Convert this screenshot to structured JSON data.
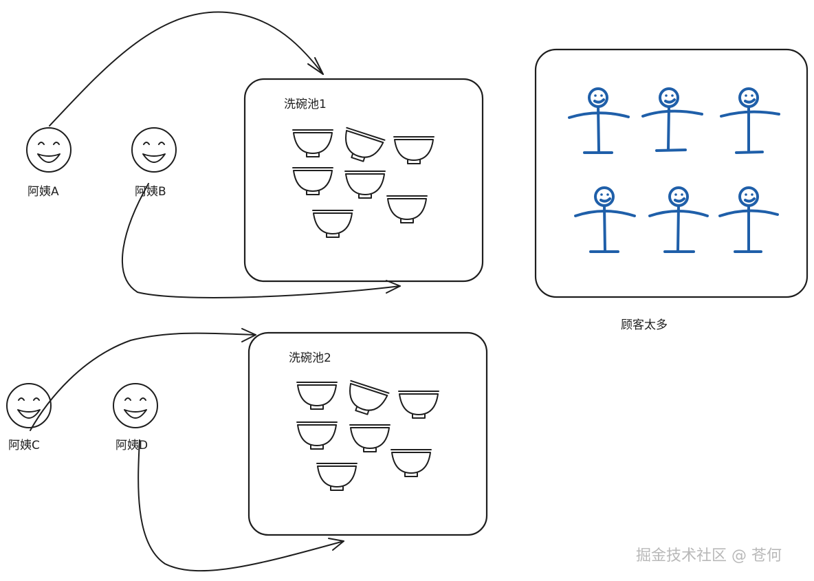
{
  "aunties": [
    {
      "label": "阿姨A"
    },
    {
      "label": "阿姨B"
    },
    {
      "label": "阿姨C"
    },
    {
      "label": "阿姨D"
    }
  ],
  "pools": [
    {
      "label": "洗碗池1",
      "bowl_count": 7
    },
    {
      "label": "洗碗池2",
      "bowl_count": 7
    }
  ],
  "customers": {
    "label": "顾客太多",
    "count": 6
  },
  "watermark": "掘金技术社区 @ 苍何",
  "colors": {
    "ink": "#1e1e1e",
    "customer_blue": "#1f5fa9",
    "watermark": "#b8b8b8"
  }
}
